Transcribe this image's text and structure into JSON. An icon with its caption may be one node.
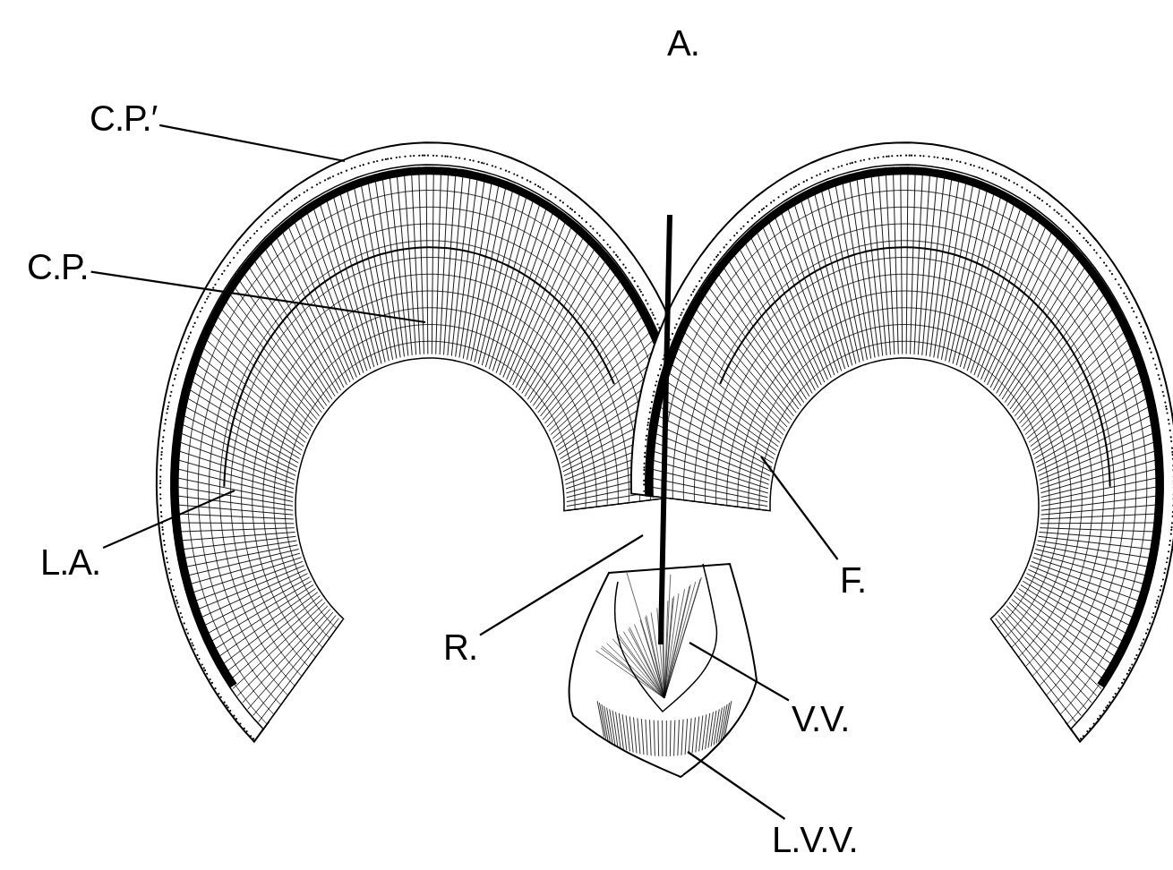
{
  "diagram": {
    "nodes": [
      {
        "text": [
          "C.P.′"
        ]
      },
      {
        "text": [
          "C.P."
        ]
      },
      {
        "text": [
          "L.A."
        ]
      },
      {
        "text": [
          "R."
        ]
      },
      {
        "text": [
          "F."
        ]
      },
      {
        "text": [
          "V.V."
        ]
      },
      {
        "text": [
          "L.V.V."
        ]
      }
    ],
    "edges": [
      {
        "from": 0,
        "to": null,
        "arrow": "none"
      },
      {
        "from": 1,
        "to": null,
        "arrow": "none"
      },
      {
        "from": 2,
        "to": null,
        "arrow": "none"
      },
      {
        "from": 3,
        "to": null,
        "arrow": "none"
      },
      {
        "from": 4,
        "to": null,
        "arrow": "none"
      },
      {
        "from": 5,
        "to": null,
        "arrow": "none"
      },
      {
        "from": 6,
        "to": null,
        "arrow": "none"
      }
    ],
    "labels": [
      "A."
    ]
  }
}
